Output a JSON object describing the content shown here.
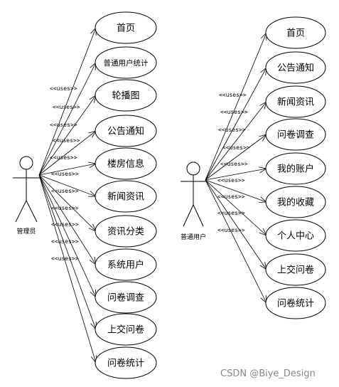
{
  "stereotype_label": "<<uses>>",
  "admin": {
    "name": "管理员",
    "use_cases": [
      "首页",
      "普通用户统计",
      "轮播图",
      "公告通知",
      "楼房信息",
      "新闻资讯",
      "资讯分类",
      "系统用户",
      "问卷调查",
      "上交问卷",
      "问卷统计"
    ]
  },
  "user": {
    "name": "普通用户",
    "use_cases": [
      "首页",
      "公告通知",
      "新闻资讯",
      "问卷调查",
      "我的账户",
      "我的收藏",
      "个人中心",
      "上交问卷",
      "问卷统计"
    ]
  },
  "watermark": "CSDN @Biye_Design"
}
